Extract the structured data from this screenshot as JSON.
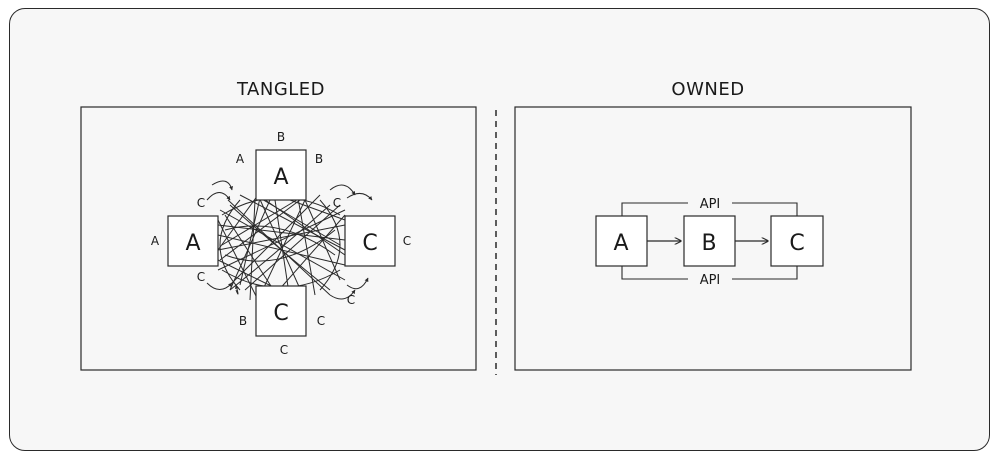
{
  "panels": {
    "tangled": {
      "title": "TANGLED",
      "boxes": [
        "A",
        "A",
        "C",
        "C"
      ],
      "outer_labels": [
        "B",
        "A",
        "C",
        "C"
      ],
      "corner_labels": [
        "A",
        "B",
        "C",
        "C",
        "B",
        "C",
        "C",
        "C"
      ]
    },
    "owned": {
      "title": "OWNED",
      "boxes": [
        "A",
        "B",
        "C"
      ],
      "api_top": "API",
      "api_bottom": "API"
    }
  },
  "colors": {
    "stroke": "#2a2a2a",
    "panel_bg": "#f7f7f7",
    "box_fill": "#ffffff"
  }
}
